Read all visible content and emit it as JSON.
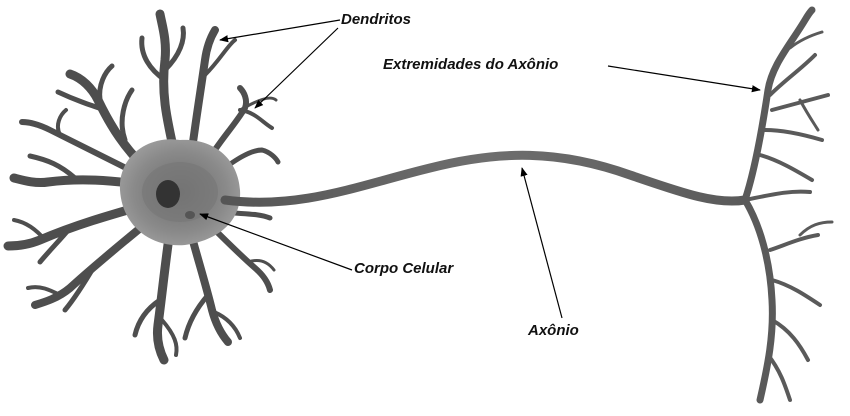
{
  "labels": {
    "dendritos": "Dendritos",
    "extremidades": "Extremidades do Axônio",
    "corpo_celular": "Corpo Celular",
    "axonio": "Axônio"
  },
  "colors": {
    "neuron_dark": "#4a4a4a",
    "neuron_mid": "#777777",
    "neuron_light": "#9a9a9a",
    "nucleus": "#333333",
    "arrow": "#000000",
    "text": "#111111",
    "background": "#ffffff"
  }
}
